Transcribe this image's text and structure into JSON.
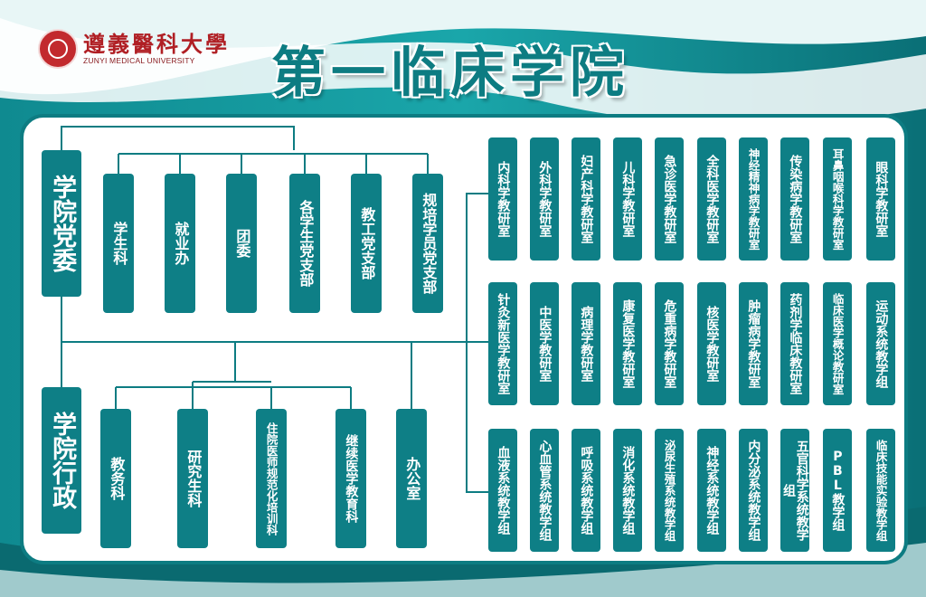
{
  "header": {
    "university_cn": "遵義醫科大學",
    "university_en": "ZUNYI MEDICAL UNIVERSITY",
    "title": "第一临床学院"
  },
  "colors": {
    "teal": "#0e7f86",
    "panel": "#ffffff",
    "logo_red": "#c22a2e"
  },
  "party": {
    "root": "学院党委",
    "children": [
      "学生科",
      "就业办",
      "团委",
      "各学生党支部",
      "教工党支部",
      "规培学员党支部"
    ]
  },
  "admin": {
    "root": "学院行政",
    "children": [
      "教务科",
      "研究生科",
      "住院医师规范化培训科",
      "继续医学教育科",
      "办公室"
    ]
  },
  "teaching": {
    "row1": [
      "内科学教研室",
      "外科学教研室",
      "妇产科学教研室",
      "儿科学教研室",
      "急诊医学教研室",
      "全科医学教研室",
      "神经精神病学教研室",
      "传染病学教研室",
      "耳鼻咽喉科学教研室",
      "眼科学教研室"
    ],
    "row2": [
      "针灸新医学教研室",
      "中医学教研室",
      "病理学教研室",
      "康复医学教研室",
      "危重病学教研室",
      "核医学教研室",
      "肿瘤病学教研室",
      "药剂学临床教研室",
      "临床医学概论教研室",
      "运动系统教学组"
    ],
    "row3": [
      "血液系统教学组",
      "心血管系统教学组",
      "呼吸系统教学组",
      "消化系统教学组",
      "泌尿生殖系统教学组",
      "神经系统教学组",
      "内分泌系统教学组",
      "五官科学系统教学组",
      "PBL教学组",
      "临床技能实验教学组"
    ]
  }
}
